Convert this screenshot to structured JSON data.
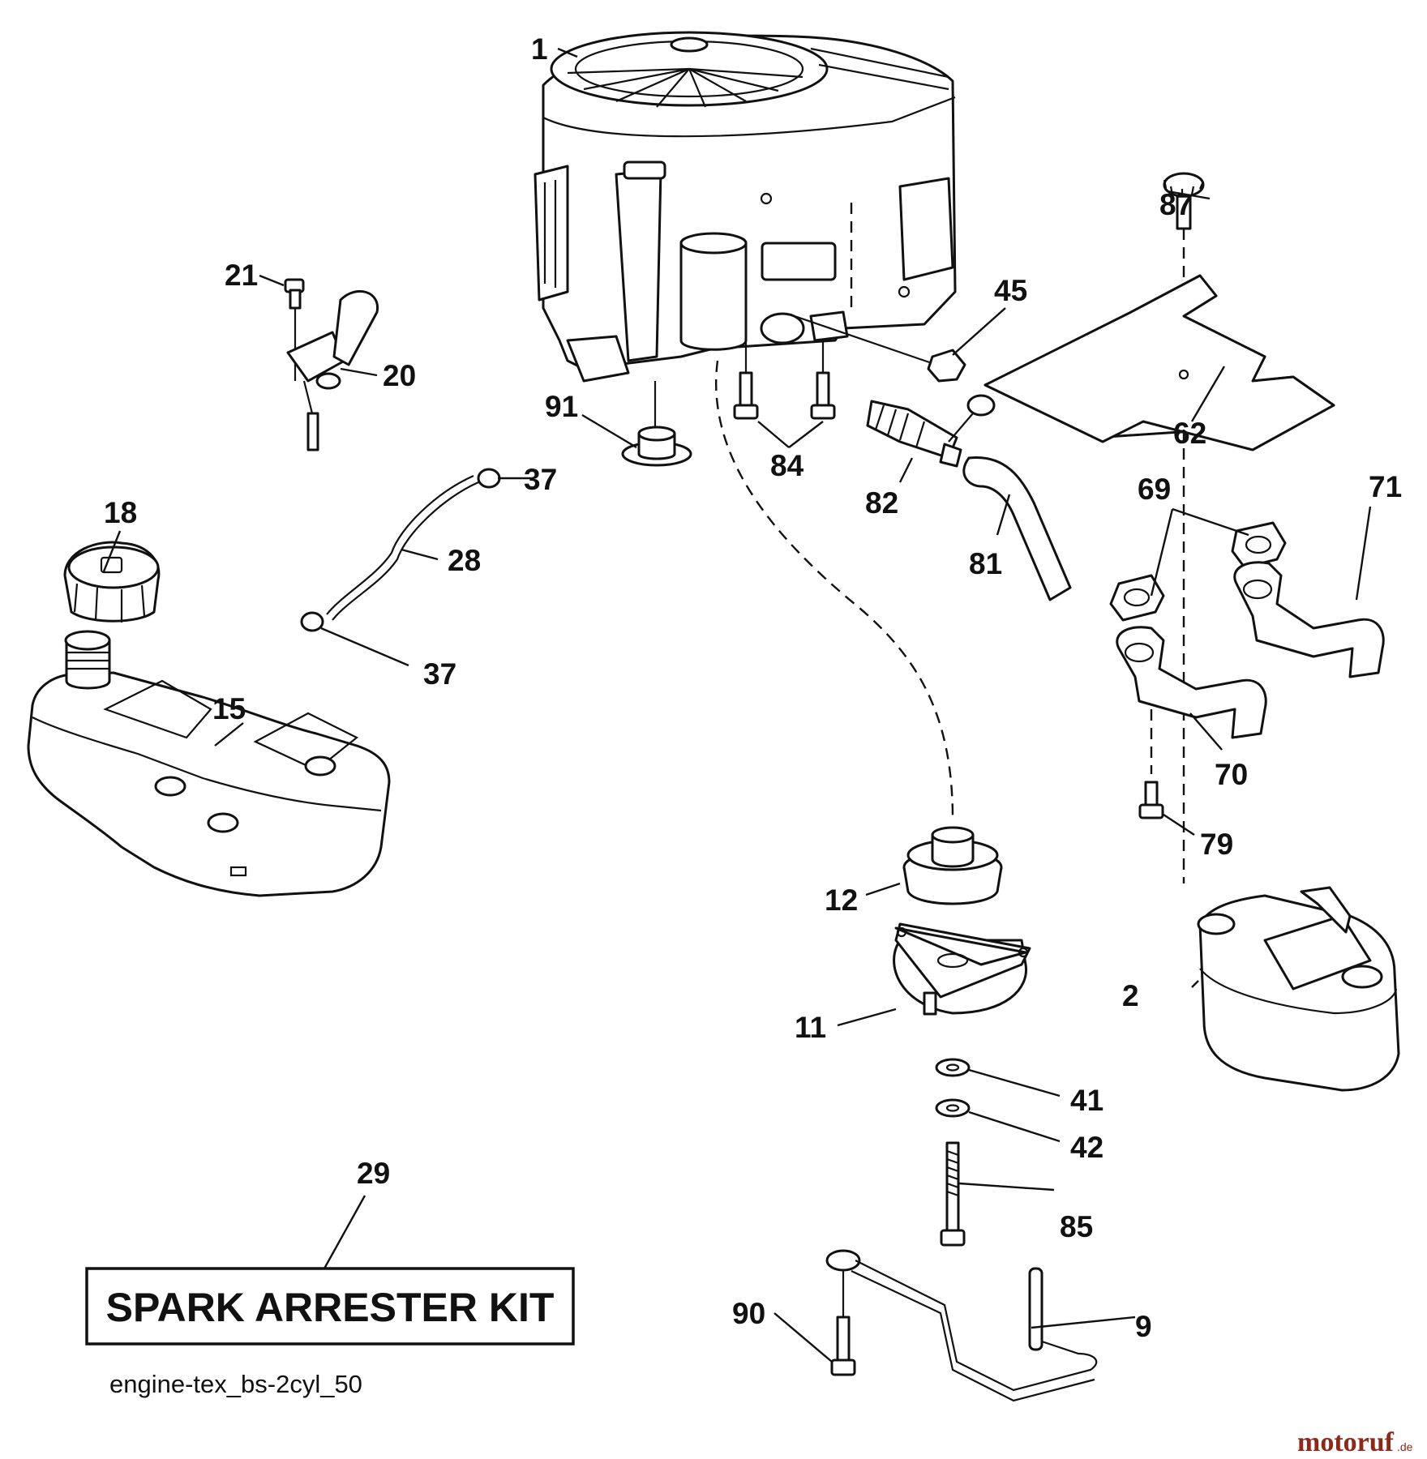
{
  "diagram": {
    "callouts": [
      {
        "id": "c1",
        "text": "1"
      },
      {
        "id": "c2",
        "text": "2"
      },
      {
        "id": "c9",
        "text": "9"
      },
      {
        "id": "c11",
        "text": "11"
      },
      {
        "id": "c12",
        "text": "12"
      },
      {
        "id": "c15",
        "text": "15"
      },
      {
        "id": "c18",
        "text": "18"
      },
      {
        "id": "c20",
        "text": "20"
      },
      {
        "id": "c21",
        "text": "21"
      },
      {
        "id": "c28",
        "text": "28"
      },
      {
        "id": "c29",
        "text": "29"
      },
      {
        "id": "c37a",
        "text": "37"
      },
      {
        "id": "c37b",
        "text": "37"
      },
      {
        "id": "c41",
        "text": "41"
      },
      {
        "id": "c42",
        "text": "42"
      },
      {
        "id": "c45",
        "text": "45"
      },
      {
        "id": "c62",
        "text": "62"
      },
      {
        "id": "c69",
        "text": "69"
      },
      {
        "id": "c70",
        "text": "70"
      },
      {
        "id": "c71",
        "text": "71"
      },
      {
        "id": "c79",
        "text": "79"
      },
      {
        "id": "c81",
        "text": "81"
      },
      {
        "id": "c82",
        "text": "82"
      },
      {
        "id": "c84",
        "text": "84"
      },
      {
        "id": "c85",
        "text": "85"
      },
      {
        "id": "c87",
        "text": "87"
      },
      {
        "id": "c90",
        "text": "90"
      },
      {
        "id": "c91",
        "text": "91"
      }
    ],
    "kit_label": "SPARK ARRESTER KIT",
    "diagram_code": "engine-tex_bs-2cyl_50",
    "watermark": {
      "main": "motoruf",
      "suffix": ".de",
      "color": "#8b2a1a"
    }
  }
}
